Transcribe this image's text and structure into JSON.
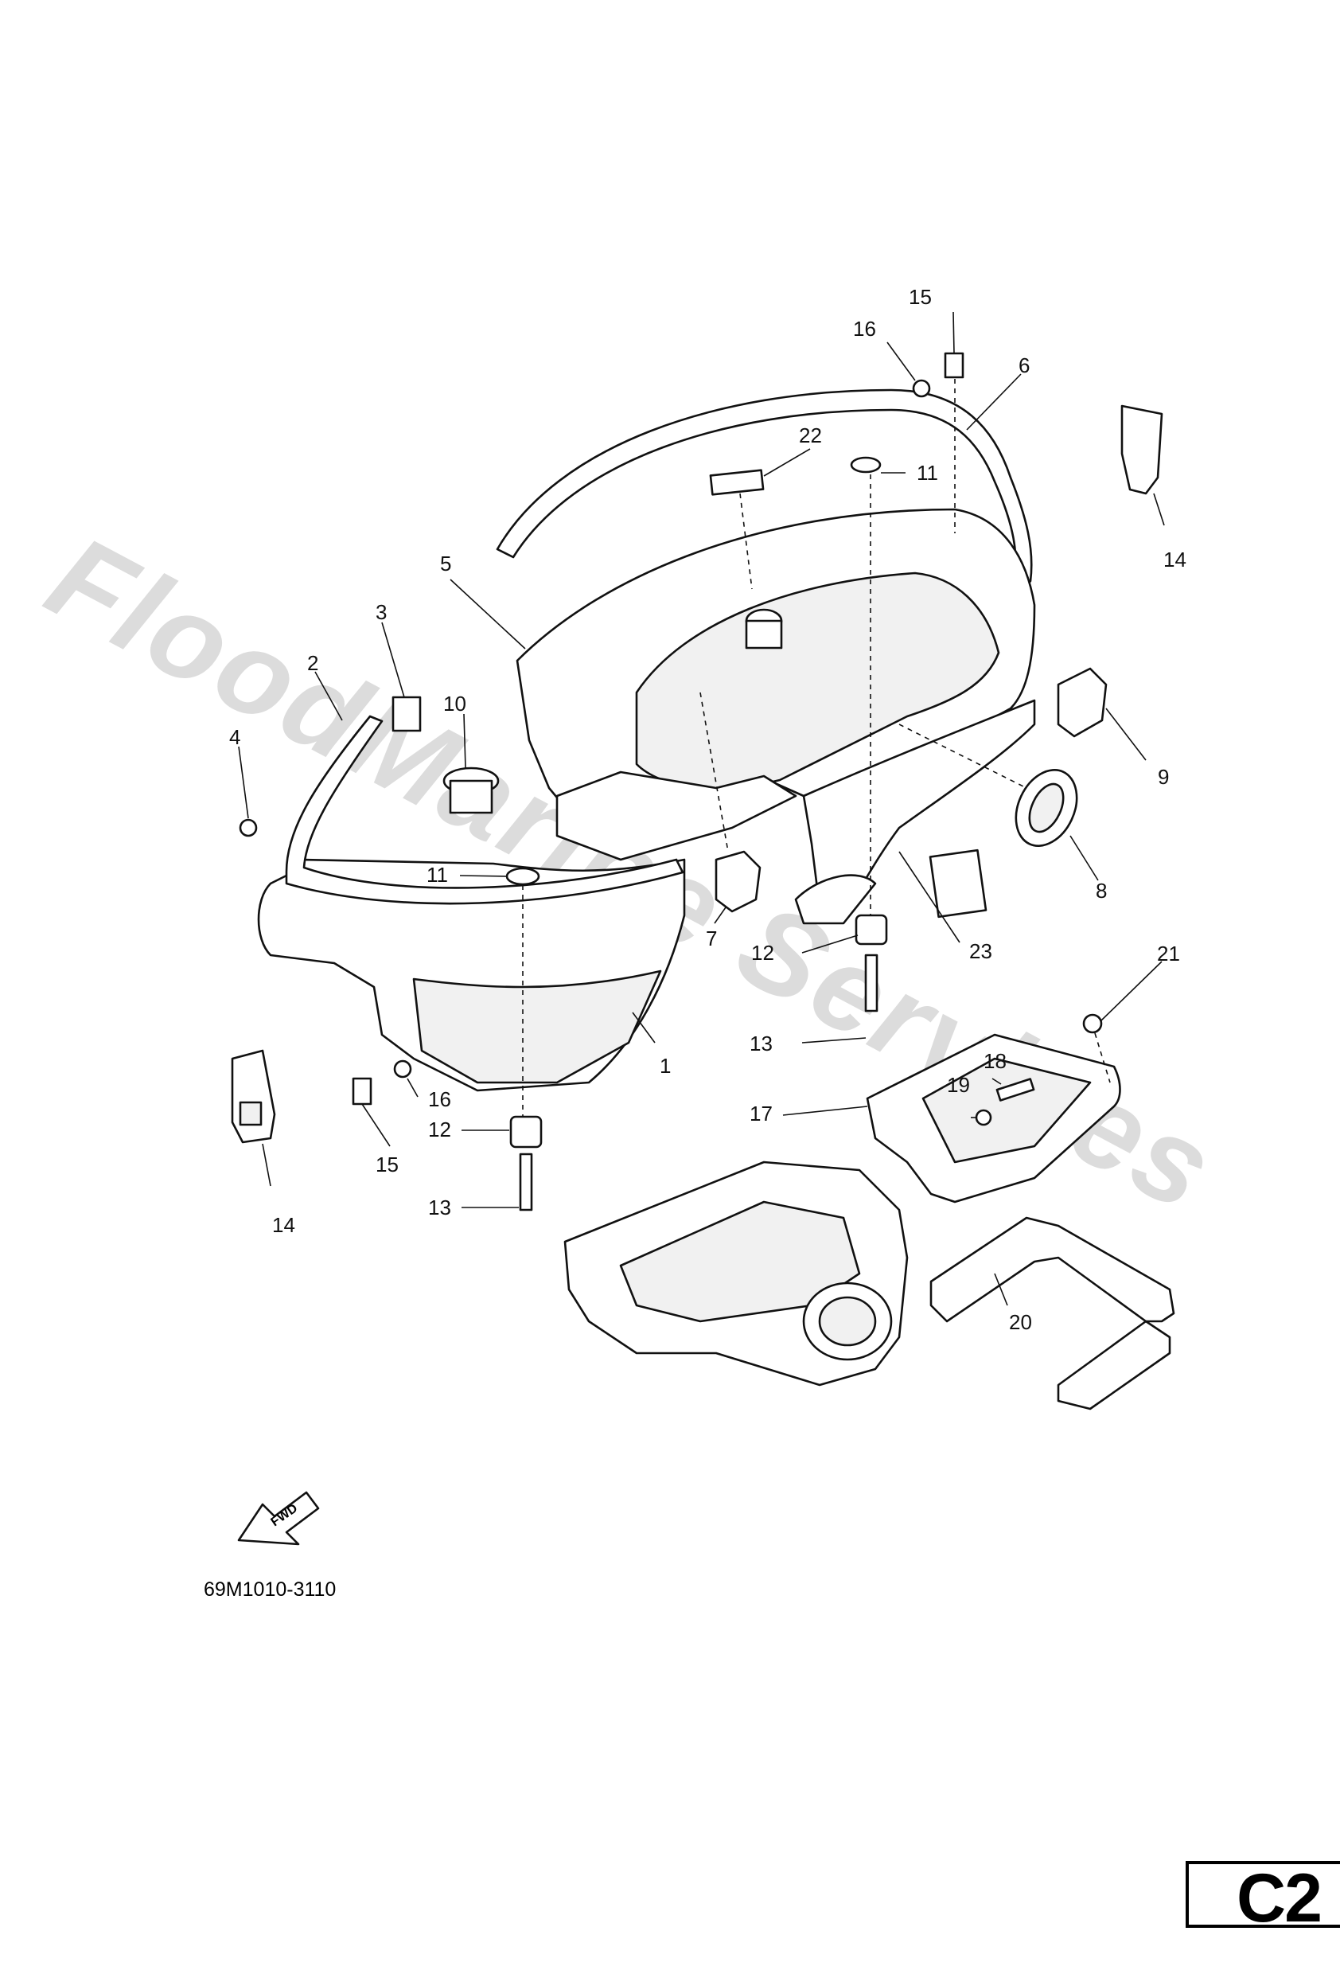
{
  "watermark": "FloodMarine Services",
  "diagram_code": "69M1010-3110",
  "page_code": "C2",
  "fwd_label": "FWD",
  "callouts": {
    "c1": "1",
    "c2": "2",
    "c3": "3",
    "c4": "4",
    "c5": "5",
    "c6": "6",
    "c7": "7",
    "c8": "8",
    "c9": "9",
    "c10": "10",
    "c11a": "11",
    "c11b": "11",
    "c12a": "12",
    "c12b": "12",
    "c13a": "13",
    "c13b": "13",
    "c14a": "14",
    "c14b": "14",
    "c15a": "15",
    "c15b": "15",
    "c16a": "16",
    "c16b": "16",
    "c17": "17",
    "c18": "18",
    "c19": "19",
    "c20": "20",
    "c21": "21",
    "c22": "22",
    "c23": "23"
  }
}
